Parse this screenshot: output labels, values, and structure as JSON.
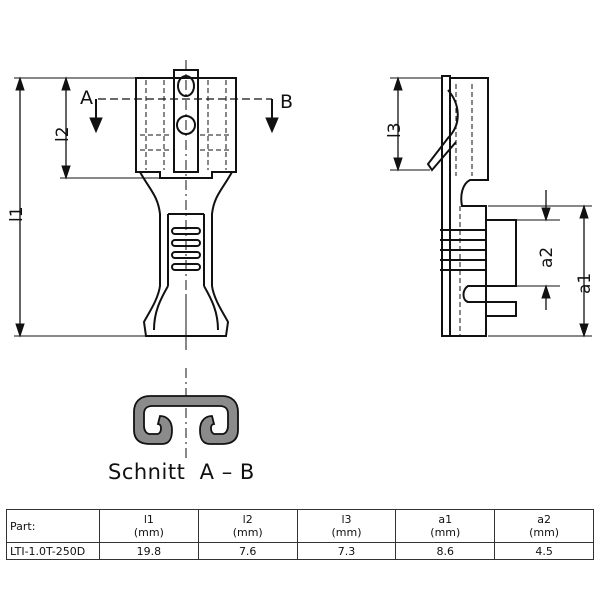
{
  "drawing": {
    "dimensions": {
      "l1": "l1",
      "l2": "l2",
      "l3": "l3",
      "a1": "a1",
      "a2": "a2"
    },
    "section_marks": {
      "a": "A",
      "b": "B"
    },
    "caption": "Schnitt  A – B"
  },
  "table": {
    "row_header": "Part:",
    "columns": [
      {
        "name": "l1",
        "unit": "(mm)"
      },
      {
        "name": "l2",
        "unit": "(mm)"
      },
      {
        "name": "l3",
        "unit": "(mm)"
      },
      {
        "name": "a1",
        "unit": "(mm)"
      },
      {
        "name": "a2",
        "unit": "(mm)"
      }
    ],
    "rows": [
      {
        "part": "LTI-1.0T-250D",
        "values": [
          "19.8",
          "7.6",
          "7.3",
          "8.6",
          "4.5"
        ]
      }
    ]
  }
}
